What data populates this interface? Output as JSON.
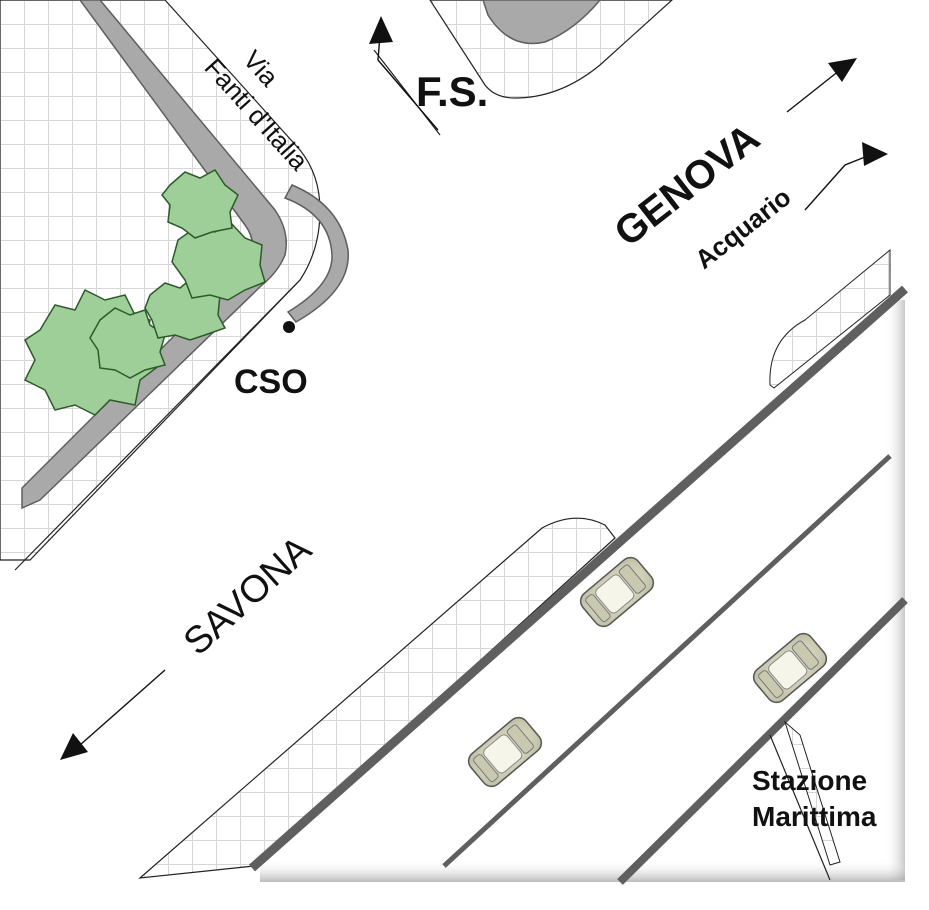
{
  "map": {
    "labels": {
      "street": [
        "Via",
        "Fanti d'Italia"
      ],
      "fs": "F.S.",
      "genova": "GENOVA",
      "acquario": "Acquario",
      "cso": "CSO",
      "savona": "SAVONA",
      "stazione": [
        "Stazione",
        "Marittima"
      ]
    },
    "colors": {
      "background": "#ffffff",
      "kerb": "#a9a9a9",
      "kerb_stroke": "#5e5e5e",
      "road_line": "#5f5f5f",
      "tree_fill": "#9fcf98",
      "tree_stroke": "#2e5a2b",
      "car_body": "#dcdcc4"
    },
    "icons": [
      "north-arrow-icon",
      "northeast-arrow-icon",
      "southwest-arrow-icon",
      "tree-icon",
      "car-icon",
      "cso-marker-icon"
    ]
  }
}
